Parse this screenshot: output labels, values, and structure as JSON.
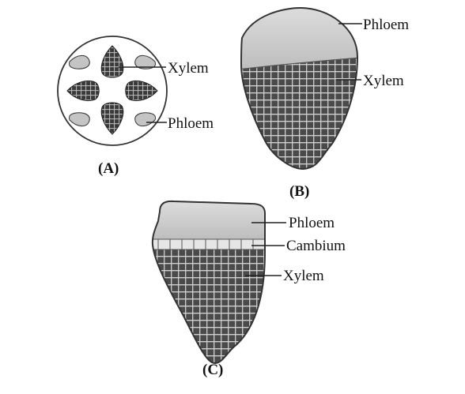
{
  "diagrams": {
    "a": {
      "caption": "(A)",
      "labels": {
        "xylem": "Xylem",
        "phloem": "Phloem"
      }
    },
    "b": {
      "caption": "(B)",
      "labels": {
        "phloem": "Phloem",
        "xylem": "Xylem"
      }
    },
    "c": {
      "caption": "(C)",
      "labels": {
        "phloem": "Phloem",
        "cambium": "Cambium",
        "xylem": "Xylem"
      }
    }
  },
  "colors": {
    "phloem": "#c4c4c4",
    "xylem": "#4a4a4a",
    "cambium": "#e6e6e6",
    "outline": "#333333"
  }
}
